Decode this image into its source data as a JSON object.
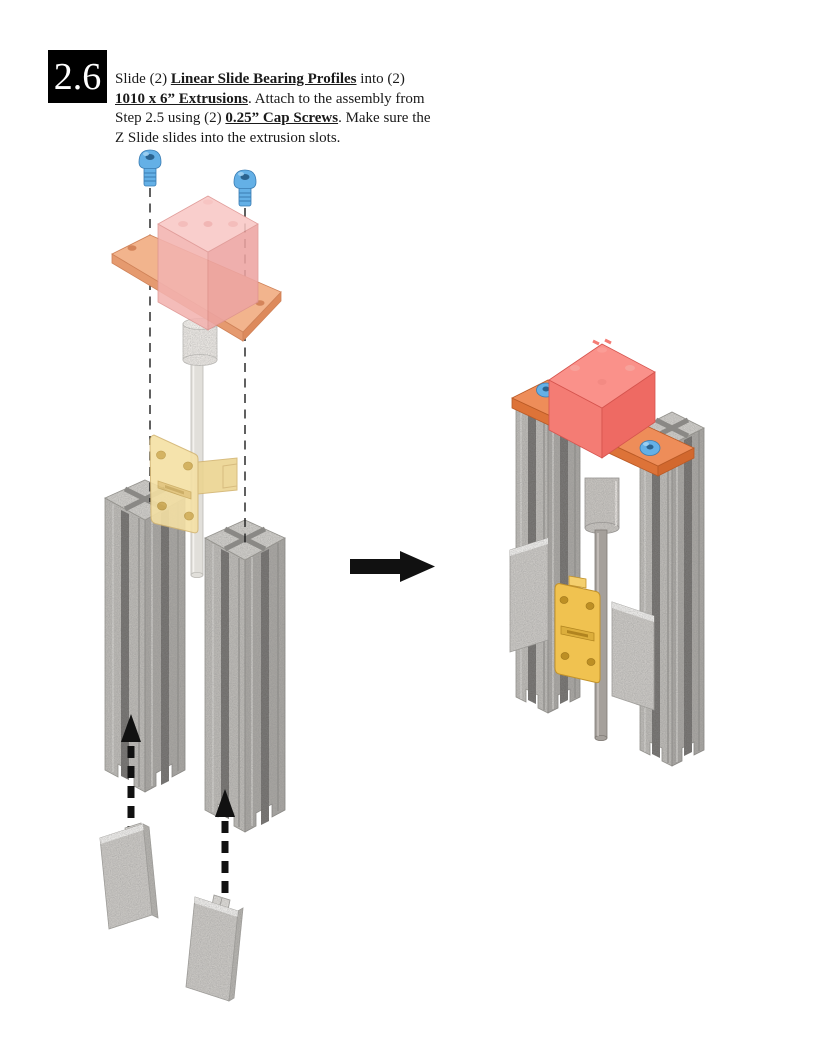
{
  "step": {
    "number": "2.6"
  },
  "instruction": {
    "segments": [
      {
        "text": "Slide (2) "
      },
      {
        "text": "Linear Slide Bearing Profiles",
        "emphasis": true
      },
      {
        "text": " into (2) "
      },
      {
        "text": "1010 x 6” Extrusions",
        "emphasis": true
      },
      {
        "text": ". Attach to the assembly from Step 2.5 using (2) "
      },
      {
        "text": "0.25” Cap Screws",
        "emphasis": true
      },
      {
        "text": ". Make sure the Z Slide slides into the extrusion slots."
      }
    ]
  },
  "figures": {
    "exploded": {
      "name": "exploded-view",
      "parts": [
        "cap-screw",
        "cap-screw",
        "stepper-motor",
        "motor-mount-plate",
        "shaft-coupler",
        "leadscrew",
        "z-slide",
        "1010-x-6-extrusion",
        "1010-x-6-extrusion",
        "linear-slide-bearing-profile",
        "linear-slide-bearing-profile"
      ]
    },
    "assembled": {
      "name": "assembled-view",
      "parts": [
        "stepper-motor",
        "motor-mount-plate",
        "cap-screw",
        "cap-screw",
        "shaft-coupler",
        "leadscrew",
        "z-slide",
        "1010-x-6-extrusion",
        "1010-x-6-extrusion",
        "linear-slide-bearing-profile",
        "linear-slide-bearing-profile"
      ]
    }
  },
  "colors": {
    "step_box_bg": "#000000",
    "step_box_fg": "#ffffff",
    "text_color": "#1a1a1a",
    "screw_blue": "#64b0e6",
    "motor_pink": "#f5b5b2",
    "motor_red": "#f5807a",
    "plate_orange_pale": "#f0ab7e",
    "plate_orange": "#e8823f",
    "slide_yellow_pale": "#f3dfa3",
    "slide_yellow": "#efc14f",
    "extrusion_gray": "#b9b7b3",
    "bearing_gray": "#c9c7c3",
    "rod_gray": "#dcdad5",
    "arrow_black": "#111111"
  }
}
